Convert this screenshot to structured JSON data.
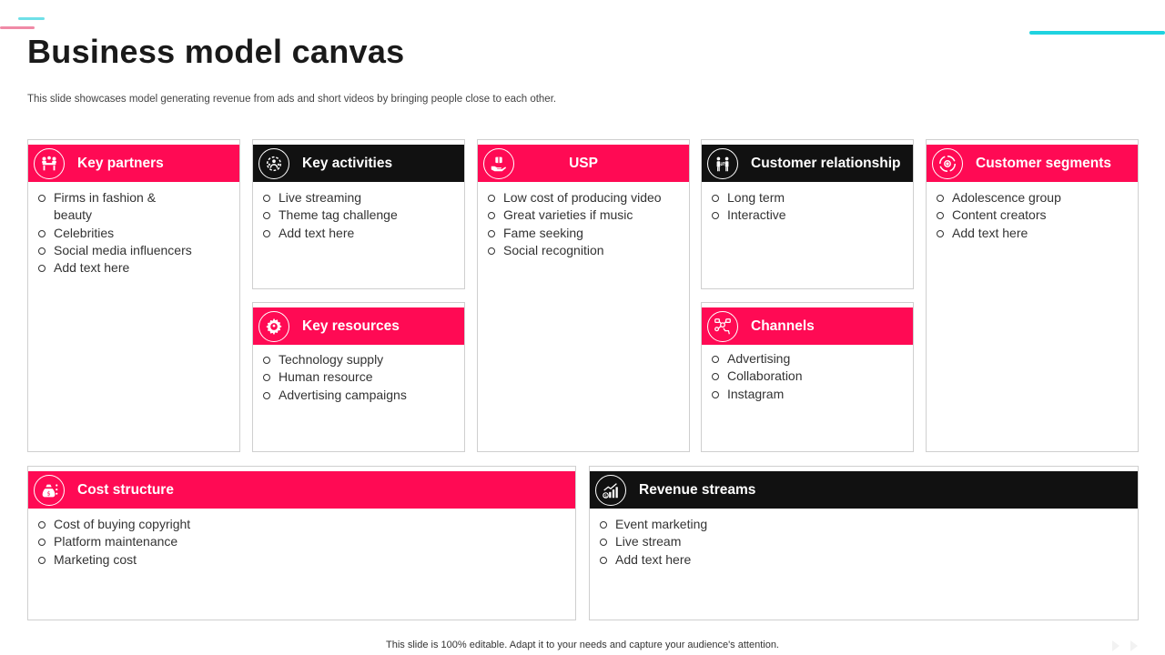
{
  "slide": {
    "title": "Business model canvas",
    "subtitle": "This slide showcases model generating revenue  from ads and short videos by bringing people close to each other.",
    "footer": "This slide is 100% editable. Adapt it to your needs and capture your audience's attention."
  },
  "colors": {
    "pink": "#ff0a54",
    "black": "#111111",
    "cyan": "#1fd3e0"
  },
  "blocks": {
    "key_partners": {
      "label": "Key partners",
      "icon": "people-meeting-icon",
      "items": [
        "Firms in fashion &",
        "beauty",
        "Celebrities",
        "Social media influencers",
        "Add text here"
      ]
    },
    "key_activities": {
      "label": "Key activities",
      "icon": "team-gear-icon",
      "items": [
        "Live streaming",
        "Theme tag challenge",
        "Add text here"
      ]
    },
    "key_resources": {
      "label": "Key resources",
      "icon": "gear-people-icon",
      "items": [
        "Technology supply",
        "Human resource",
        "Advertising campaigns"
      ]
    },
    "usp": {
      "label": "USP",
      "icon": "hand-gift-icon",
      "items": [
        "Low cost of producing video",
        "Great varieties if music",
        "Fame seeking",
        "Social recognition"
      ]
    },
    "customer_relationship": {
      "label": "Customer relationship",
      "icon": "two-people-exchange-icon",
      "items": [
        "Long term",
        "Interactive"
      ]
    },
    "channels": {
      "label": "Channels",
      "icon": "network-hand-icon",
      "items": [
        "Advertising",
        "Collaboration",
        "Instagram"
      ]
    },
    "customer_segments": {
      "label": "Customer segments",
      "icon": "target-cycle-icon",
      "items": [
        "Adolescence group",
        "Content creators",
        "Add text here"
      ]
    },
    "cost_structure": {
      "label": "Cost structure",
      "icon": "money-bag-icon",
      "items": [
        "Cost of buying copyright",
        "Platform maintenance",
        "Marketing cost"
      ]
    },
    "revenue_streams": {
      "label": "Revenue streams",
      "icon": "revenue-chart-icon",
      "items": [
        "Event marketing",
        "Live stream",
        "Add text here"
      ]
    }
  }
}
